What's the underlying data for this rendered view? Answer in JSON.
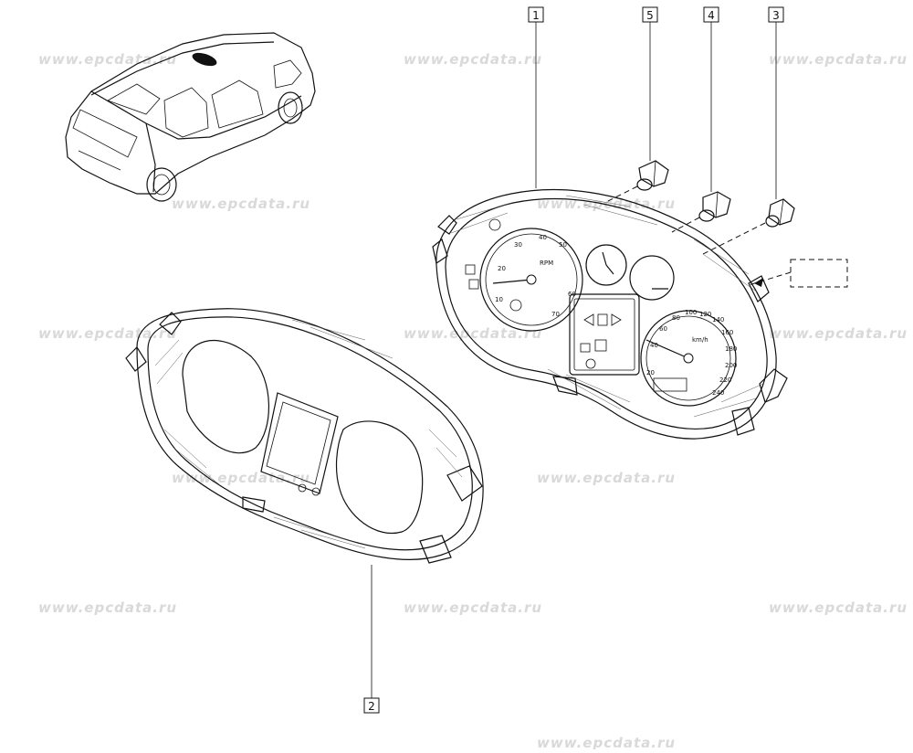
{
  "watermark": "www.epcdata.ru",
  "callouts": [
    {
      "id": "1",
      "label": "1"
    },
    {
      "id": "2",
      "label": "2"
    },
    {
      "id": "3",
      "label": "3"
    },
    {
      "id": "4",
      "label": "4"
    },
    {
      "id": "5",
      "label": "5"
    }
  ],
  "gauges": {
    "tach_unit": "RPM",
    "speedo_unit": "km/h",
    "tach_ticks": [
      "10",
      "20",
      "30",
      "40",
      "50",
      "60",
      "70"
    ],
    "speedo_ticks": [
      "20",
      "40",
      "60",
      "80",
      "100",
      "120",
      "140",
      "160",
      "180",
      "200",
      "220",
      "240"
    ]
  },
  "colors": {
    "line": "#111111",
    "watermark": "#d9d9d9",
    "background": "#ffffff"
  }
}
